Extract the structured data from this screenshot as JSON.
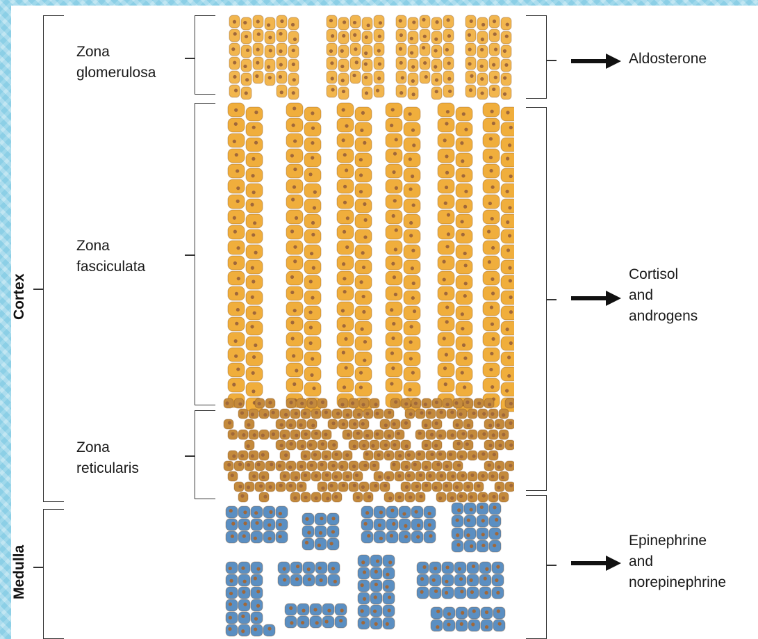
{
  "regions": {
    "cortex": "Cortex",
    "medulla": "Medulla"
  },
  "zones": {
    "glomerulosa": "Zona\nglomerulosa",
    "fasciculata": "Zona\nfasciculata",
    "reticularis": "Zona\nreticularis"
  },
  "products": {
    "glomerulosa": "Aldosterone",
    "fasciculata_reticularis": "Cortisol\nand\nandrogens",
    "medulla": "Epinephrine\nand\nnorepinephrine"
  },
  "colors": {
    "glomerulosa_cells": "#f2b64e",
    "fasciculata_cells": "#f0ae3c",
    "reticularis_cells": "#c48a3c",
    "medulla_cells": "#5b8fc2",
    "nucleus": "#a0683a",
    "background_pattern": "#9ad6ea"
  },
  "icons": {
    "arrow": "arrow-right-icon"
  }
}
